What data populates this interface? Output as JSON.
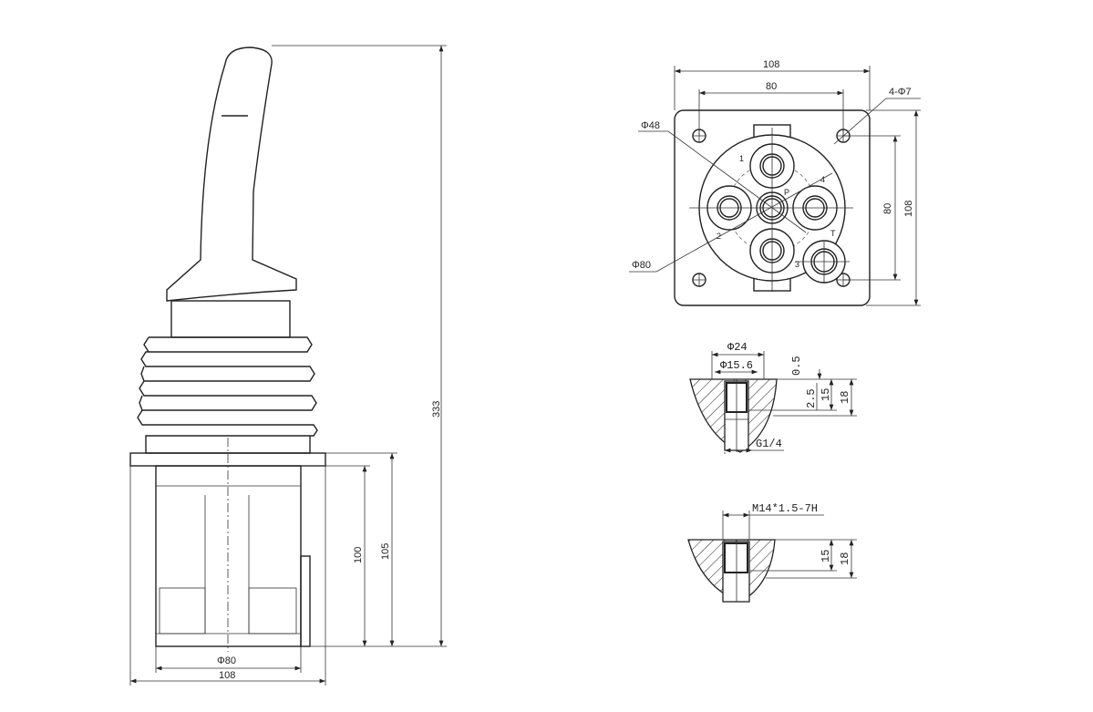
{
  "side_view": {
    "height_total": "333",
    "height_body": "100",
    "height_body_flange": "105",
    "diameter_body": "Φ80",
    "width_flange": "108"
  },
  "top_view": {
    "width": "108",
    "hole_spacing": "80",
    "mounting_holes": "4-Φ7",
    "pitch_circle": "Φ48",
    "body_circle": "Φ80",
    "vertical_spacing": "80",
    "vertical_width": "108",
    "ports": {
      "p1": "1",
      "p2": "2",
      "p3": "3",
      "p4": "4",
      "pressure": "P",
      "tank": "T"
    }
  },
  "port_section_g": {
    "outer_diameter": "Φ24",
    "inner_diameter": "Φ15.6",
    "step": "0.5",
    "chamfer": "2.5",
    "thread_depth": "15",
    "depth": "18",
    "thread": "G1/4"
  },
  "port_section_m": {
    "thread": "M14*1.5-7H",
    "thread_depth": "15",
    "depth": "18"
  }
}
